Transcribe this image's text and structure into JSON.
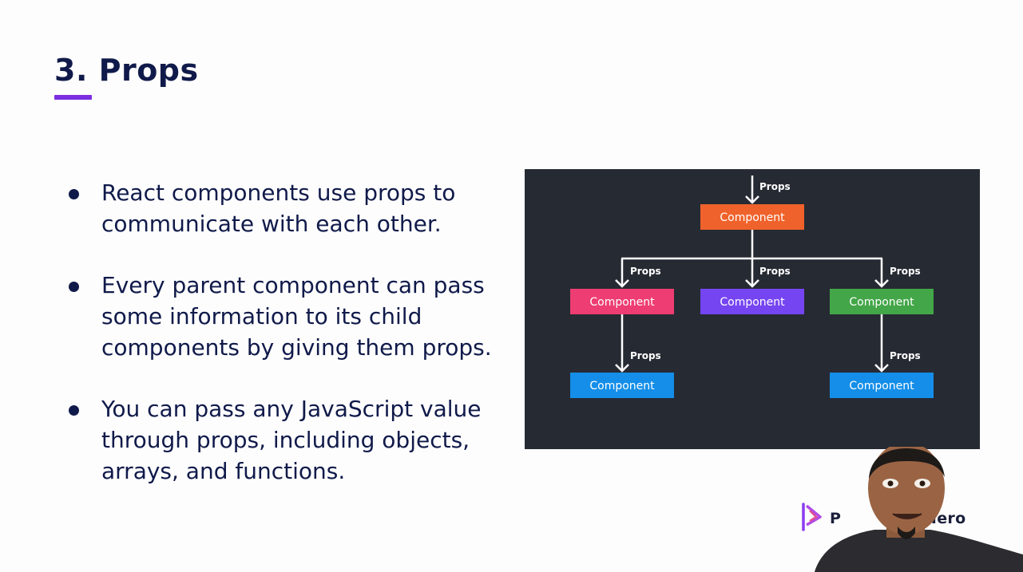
{
  "slide": {
    "title": "3. Props",
    "accent_color": "#7a2ee0",
    "text_color": "#101a4a",
    "bullets": [
      "React components use props to communicate with each other.",
      "Every parent component can pass some information to its child components by giving them props.",
      "You can pass any JavaScript value through props, including objects, arrays, and functions."
    ]
  },
  "diagram": {
    "background": "#262a33",
    "edge_label": "Props",
    "nodes": [
      {
        "id": "root",
        "label": "Component",
        "color": "#f0622b"
      },
      {
        "id": "left",
        "label": "Component",
        "color": "#ee3d72"
      },
      {
        "id": "middle",
        "label": "Component",
        "color": "#7645f2"
      },
      {
        "id": "right",
        "label": "Component",
        "color": "#43a648"
      },
      {
        "id": "left-child",
        "label": "Component",
        "color": "#148ee8"
      },
      {
        "id": "right-child",
        "label": "Component",
        "color": "#148ee8"
      }
    ]
  },
  "branding": {
    "logo_icon": "play-chevron-icon",
    "text": "P            g Hero"
  },
  "webcam": {
    "icon": "presenter-video-icon"
  }
}
